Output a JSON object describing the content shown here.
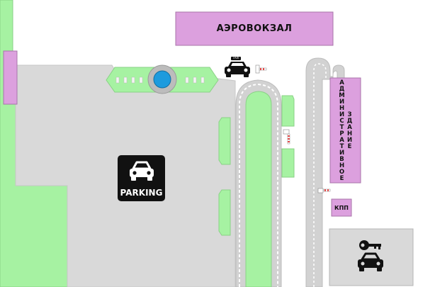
{
  "map": {
    "buildings": {
      "terminal": {
        "label": "АЭРОВОКЗАЛ"
      },
      "admin_building": {
        "line1": "АДМИНИСТРАТИВНОЕ",
        "line2": "ЗДАНИЕ"
      },
      "checkpoint": {
        "label": "КПП"
      }
    },
    "parking": {
      "label": "PARKING",
      "icon": "car-icon"
    },
    "taxi": {
      "label": "TAXI",
      "icon": "taxi-icon"
    },
    "service_parking": {
      "icons": [
        "key-icon",
        "car-icon"
      ]
    },
    "colors": {
      "building": "#dca0de",
      "green_area": "#a6f2a2",
      "parking_lot": "#d9d9d9",
      "road": "#d2d2d2",
      "fountain": "#1d9bde",
      "barrier_red": "#e24a4a",
      "parking_sign": "#111111"
    }
  }
}
